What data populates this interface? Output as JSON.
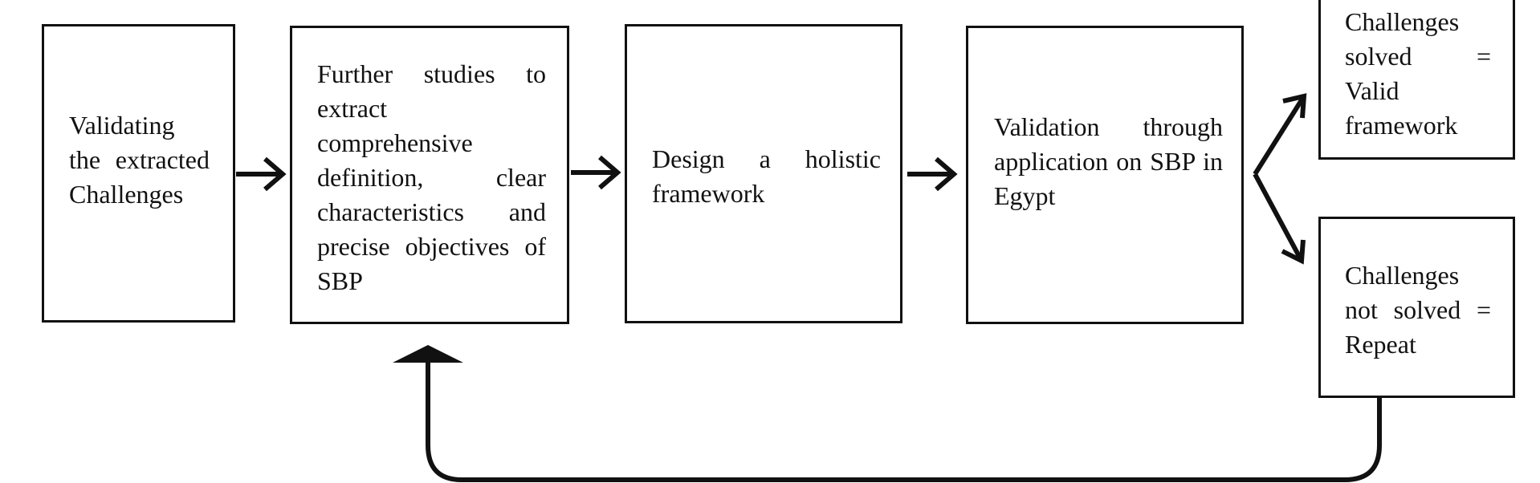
{
  "diagram": {
    "nodes": {
      "validate": "Validating the extracted Challenges",
      "studies": "Further studies to extract comprehensive definition, clear characteristics and precise objectives of SBP",
      "design": "Design a holistic framework",
      "validation": "Validation through application on SBP in Egypt",
      "solved": "Challenges solved = Valid framework",
      "not_solved": "Challenges not solved = Repeat"
    },
    "colors": {
      "stroke": "#111111",
      "text": "#111111",
      "background": "#ffffff"
    }
  }
}
